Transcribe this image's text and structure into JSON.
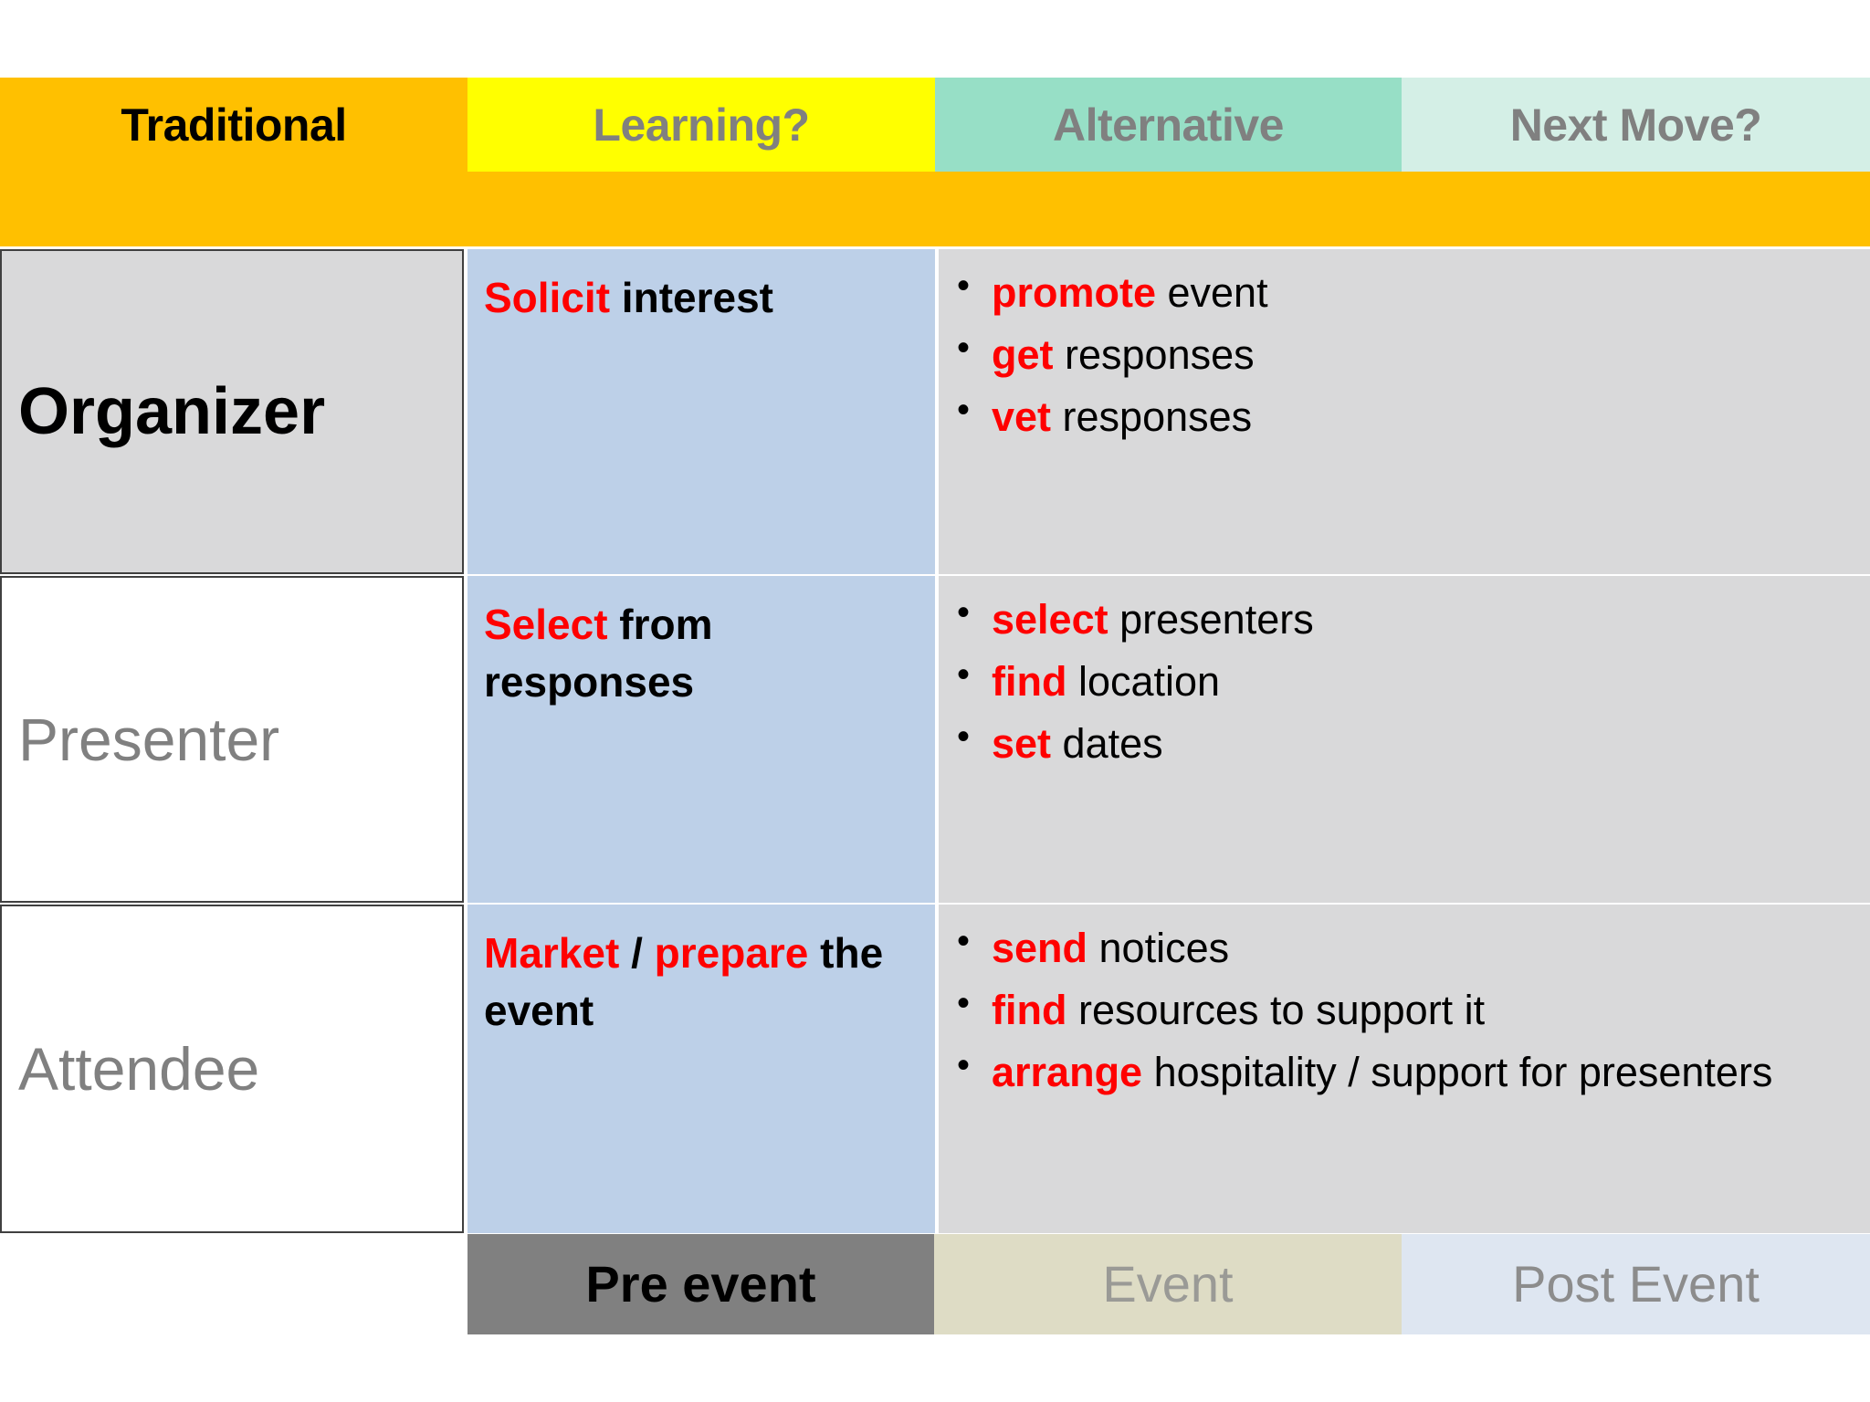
{
  "header": {
    "tabs": [
      {
        "label": "Traditional",
        "color": "#FFC000",
        "text_color": "#000000",
        "active": true
      },
      {
        "label": "Learning?",
        "color": "#FFFF00",
        "text_color": "#808080",
        "active": false
      },
      {
        "label": "Alternative",
        "color": "#97DFC6",
        "text_color": "#808080",
        "active": false
      },
      {
        "label": "Next Move?",
        "color": "#D4EFE6",
        "text_color": "#808080",
        "active": false
      }
    ],
    "band_color": "#FFC000"
  },
  "rows": [
    {
      "role": "Organizer",
      "role_style": "active",
      "learning": {
        "segments": [
          {
            "text": "Solicit",
            "color": "#FF0000",
            "bold": true
          },
          {
            "text": " interest",
            "color": "#000000",
            "bold": true
          }
        ]
      },
      "alternative": {
        "bullets": [
          [
            {
              "text": "promote",
              "color": "#FF0000",
              "bold": true
            },
            {
              "text": " event",
              "color": "#000000",
              "bold": false
            }
          ],
          [
            {
              "text": "get",
              "color": "#FF0000",
              "bold": true
            },
            {
              "text": " responses",
              "color": "#000000",
              "bold": false
            }
          ],
          [
            {
              "text": "vet",
              "color": "#FF0000",
              "bold": true
            },
            {
              "text": " responses",
              "color": "#000000",
              "bold": false
            }
          ]
        ]
      }
    },
    {
      "role": "Presenter",
      "role_style": "inactive",
      "learning": {
        "segments": [
          {
            "text": "Select",
            "color": "#FF0000",
            "bold": true
          },
          {
            "text": " from responses",
            "color": "#000000",
            "bold": true
          }
        ]
      },
      "alternative": {
        "bullets": [
          [
            {
              "text": "select",
              "color": "#FF0000",
              "bold": true
            },
            {
              "text": " presenters",
              "color": "#000000",
              "bold": false
            }
          ],
          [
            {
              "text": "find",
              "color": "#FF0000",
              "bold": true
            },
            {
              "text": " location",
              "color": "#000000",
              "bold": false
            }
          ],
          [
            {
              "text": "set",
              "color": "#FF0000",
              "bold": true
            },
            {
              "text": " dates",
              "color": "#000000",
              "bold": false
            }
          ]
        ]
      }
    },
    {
      "role": "Attendee",
      "role_style": "inactive",
      "learning": {
        "segments": [
          {
            "text": "Market",
            "color": "#FF0000",
            "bold": true
          },
          {
            "text": " / ",
            "color": "#000000",
            "bold": true
          },
          {
            "text": "prepare",
            "color": "#FF0000",
            "bold": true
          },
          {
            "text": " the event",
            "color": "#000000",
            "bold": true
          }
        ]
      },
      "alternative": {
        "bullets": [
          [
            {
              "text": "send",
              "color": "#FF0000",
              "bold": true
            },
            {
              "text": " notices",
              "color": "#000000",
              "bold": false
            }
          ],
          [
            {
              "text": "find",
              "color": "#FF0000",
              "bold": true
            },
            {
              "text": " resources to support it",
              "color": "#000000",
              "bold": false
            }
          ],
          [
            {
              "text": "arrange",
              "color": "#FF0000",
              "bold": true
            },
            {
              "text": " hospitality / support for presenters",
              "color": "#000000",
              "bold": false
            }
          ]
        ]
      }
    }
  ],
  "footer": {
    "phases": [
      {
        "label": "Pre event",
        "color": "#808080",
        "text_color": "#000000",
        "active": true
      },
      {
        "label": "Event",
        "color": "#DEDCC5",
        "text_color": "#9A9A96",
        "active": false
      },
      {
        "label": "Post Event",
        "color": "#DEE6F1",
        "text_color": "#8C8C8C",
        "active": false
      }
    ]
  }
}
